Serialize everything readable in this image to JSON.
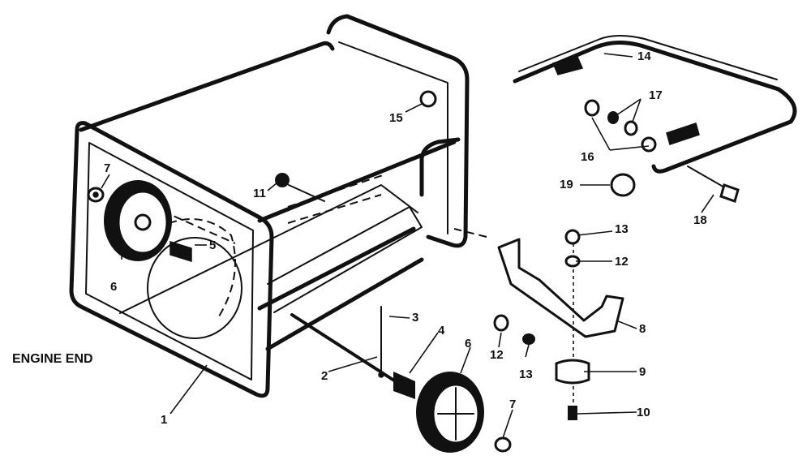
{
  "caption": "ENGINE END",
  "callouts": {
    "c1": "1",
    "c2": "2",
    "c3": "3",
    "c4": "4",
    "c5": "5",
    "c6a": "6",
    "c6b": "6",
    "c7a": "7",
    "c7b": "7",
    "c8": "8",
    "c9": "9",
    "c10": "10",
    "c11": "11",
    "c12a": "12",
    "c12b": "12",
    "c13a": "13",
    "c13b": "13",
    "c14": "14",
    "c15": "15",
    "c16": "16",
    "c17": "17",
    "c18": "18",
    "c19": "19"
  }
}
